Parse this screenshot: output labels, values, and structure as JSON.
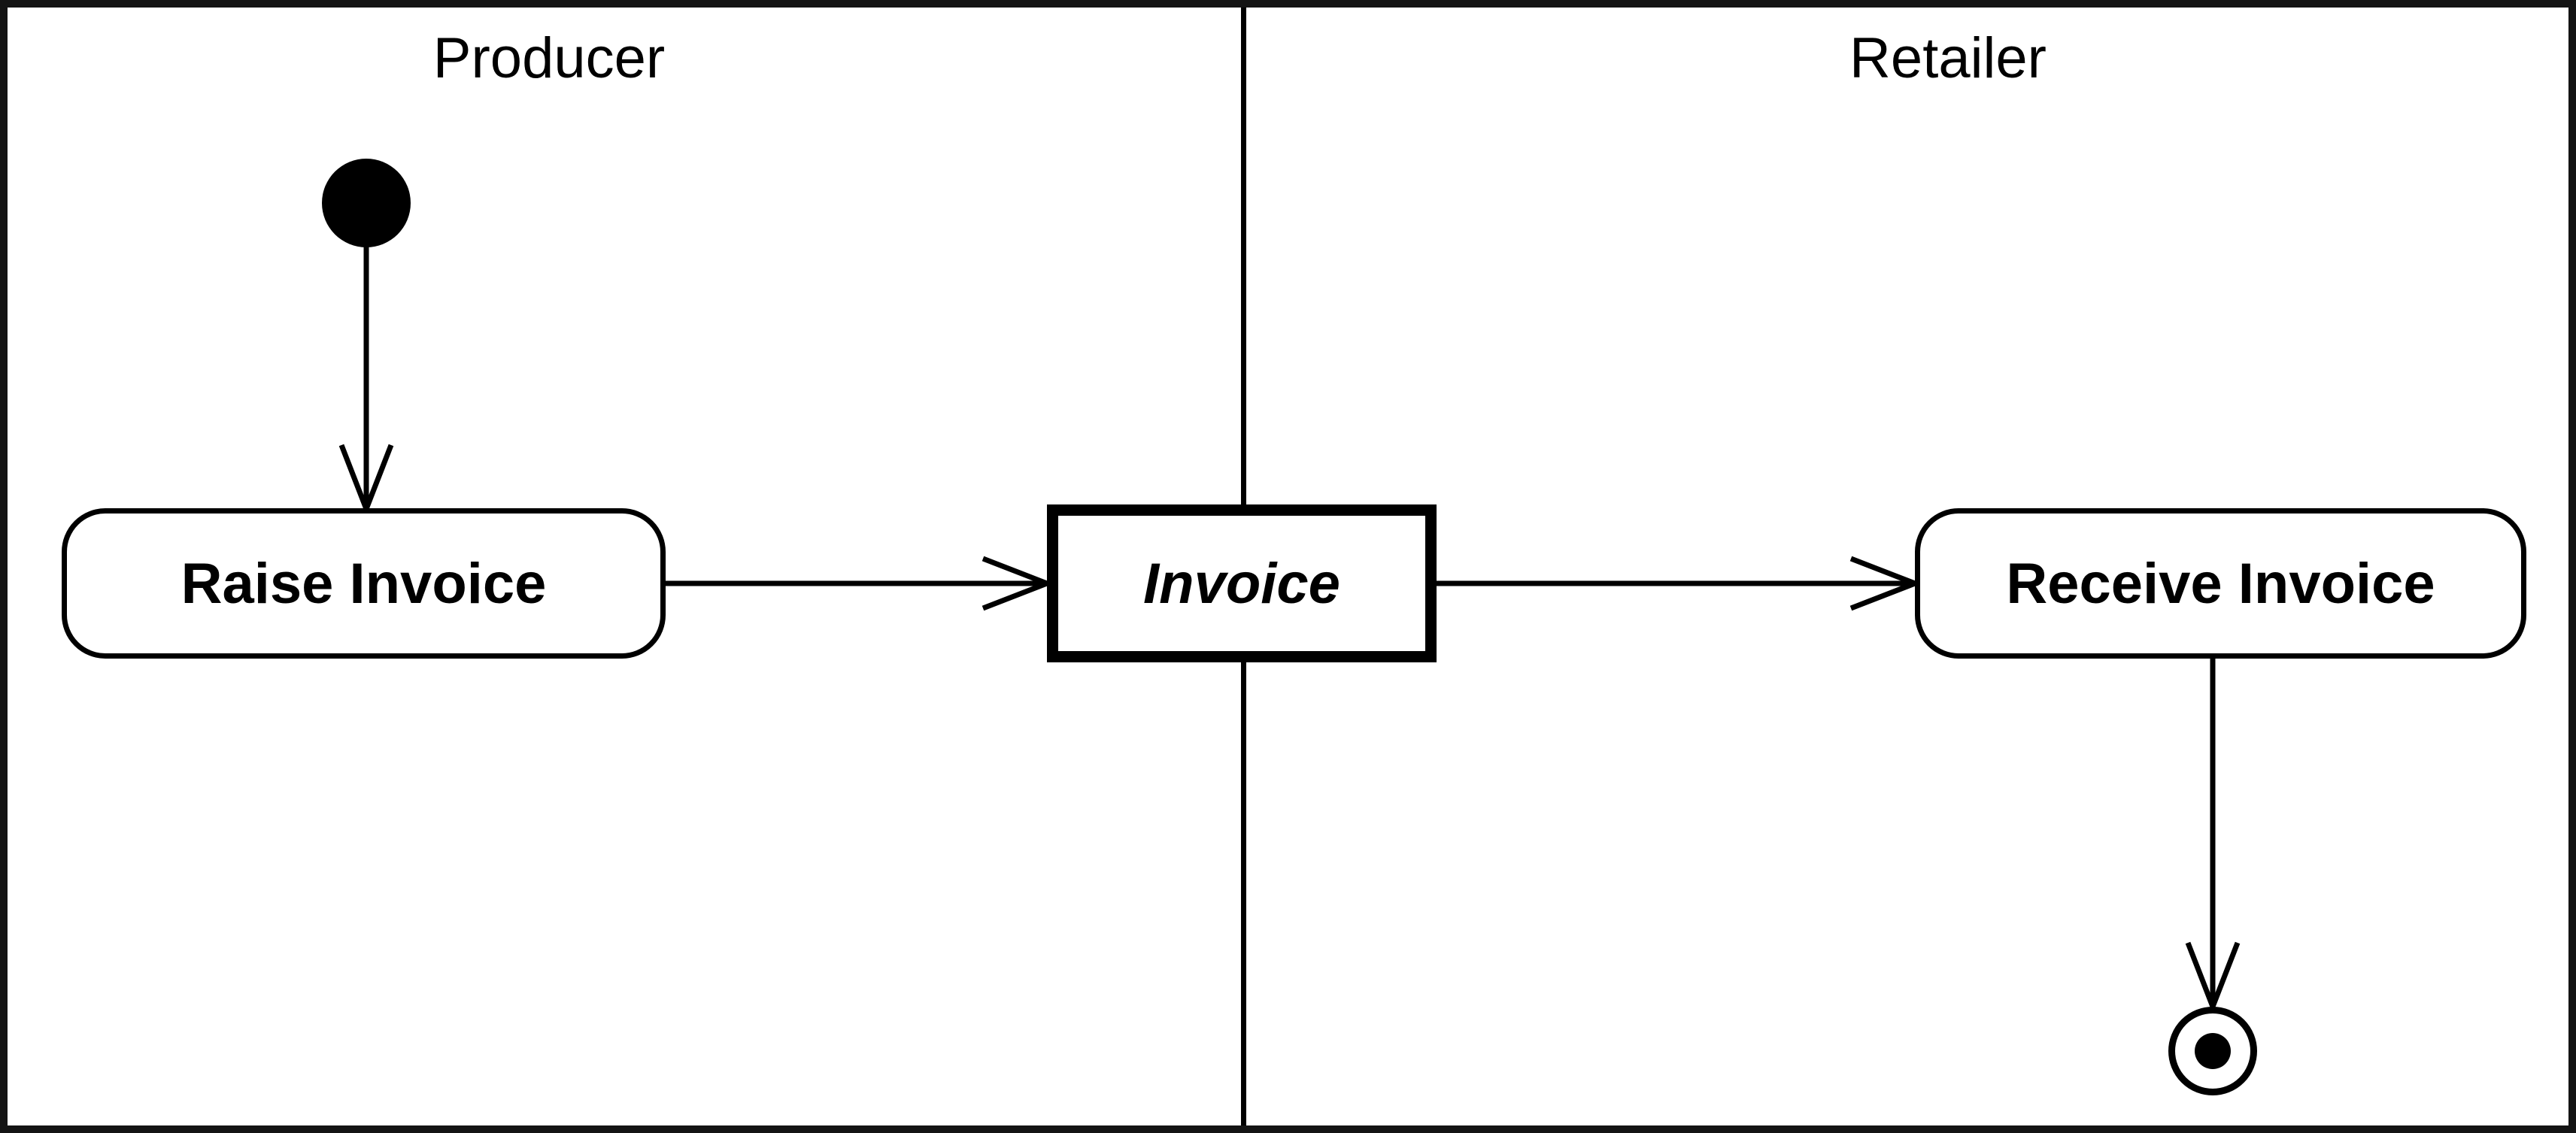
{
  "diagram": {
    "type": "uml-activity-swimlane",
    "colors": {
      "stroke": "#000000",
      "background": "#ffffff"
    },
    "lanes": [
      {
        "name": "Producer"
      },
      {
        "name": "Retailer"
      }
    ],
    "nodes": {
      "initial": {
        "kind": "initial-state",
        "lane": "Producer"
      },
      "raise_invoice": {
        "kind": "action",
        "label": "Raise Invoice",
        "lane": "Producer"
      },
      "invoice": {
        "kind": "object",
        "label": "Invoice",
        "lane": "lane-boundary"
      },
      "receive_invoice": {
        "kind": "action",
        "label": "Receive Invoice",
        "lane": "Retailer"
      },
      "final": {
        "kind": "final-state",
        "lane": "Retailer"
      }
    },
    "edges": [
      {
        "from": "initial",
        "to": "raise_invoice",
        "direction": "down"
      },
      {
        "from": "raise_invoice",
        "to": "invoice",
        "direction": "right"
      },
      {
        "from": "invoice",
        "to": "receive_invoice",
        "direction": "right"
      },
      {
        "from": "receive_invoice",
        "to": "final",
        "direction": "down"
      }
    ]
  }
}
